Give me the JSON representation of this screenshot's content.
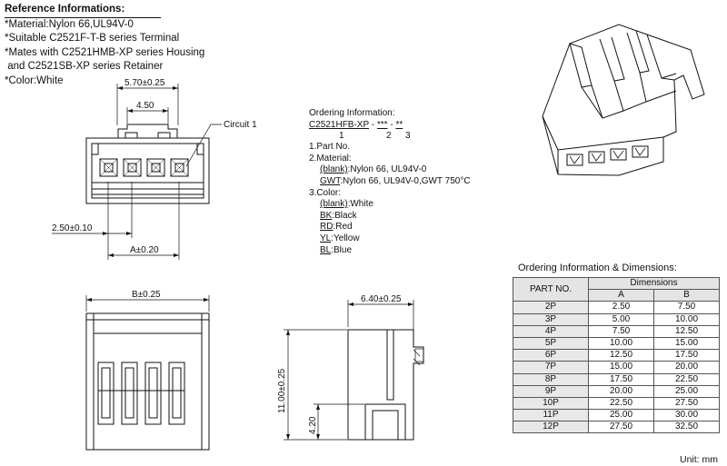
{
  "reference": {
    "heading": "Reference Informations:",
    "lines": [
      "*Material:Nylon 66,UL94V-0",
      "*Suitable  C2521F-T-B series Terminal",
      "*Mates with C2521HMB-XP series Housing",
      " and C2521SB-XP series Retainer",
      "*Color:White"
    ]
  },
  "dims": {
    "w570": "5.70±0.25",
    "w450": "4.50",
    "circuit1": "Circuit 1",
    "pitch": "2.50±0.10",
    "a": "A±0.20",
    "b": "B±0.25",
    "d640": "6.40±0.25",
    "h1100": "11.00±0.25",
    "h420": "4.20"
  },
  "ordering": {
    "title": "Ordering Information:",
    "code": "C2521HFB-XP",
    "code_sep1": " - ",
    "code_part2": "***",
    "code_sep2": " - ",
    "code_part3": "**",
    "idx1": "1",
    "idx2": "2",
    "idx3": "3",
    "part_no": "1.Part No.",
    "material_h": "2.Material:",
    "mat_blank_code": "(blank)",
    "mat_blank_desc": ":Nylon 66, UL94V-0",
    "mat_gwt_code": "GWT",
    "mat_gwt_desc": ":Nylon 66, UL94V-0,GWT 750°C",
    "color_h": "3.Color:",
    "colors": [
      {
        "code": "(blank)",
        "desc": ":White"
      },
      {
        "code": "BK",
        "desc": ":Black"
      },
      {
        "code": "RD",
        "desc": ":Red"
      },
      {
        "code": "YL",
        "desc": ":Yellow"
      },
      {
        "code": "BL",
        "desc": ":Blue"
      }
    ]
  },
  "table": {
    "title": "Ordering Information & Dimensions:",
    "col_part": "PART NO.",
    "col_dims": "Dimensions",
    "col_a": "A",
    "col_b": "B",
    "rows": [
      [
        "2P",
        "2.50",
        "7.50"
      ],
      [
        "3P",
        "5.00",
        "10.00"
      ],
      [
        "4P",
        "7.50",
        "12.50"
      ],
      [
        "5P",
        "10.00",
        "15.00"
      ],
      [
        "6P",
        "12.50",
        "17.50"
      ],
      [
        "7P",
        "15.00",
        "20.00"
      ],
      [
        "8P",
        "17.50",
        "22.50"
      ],
      [
        "9P",
        "20.00",
        "25.00"
      ],
      [
        "10P",
        "22.50",
        "27.50"
      ],
      [
        "11P",
        "25.00",
        "30.00"
      ],
      [
        "12P",
        "27.50",
        "32.50"
      ]
    ],
    "unit": "Unit: mm"
  }
}
